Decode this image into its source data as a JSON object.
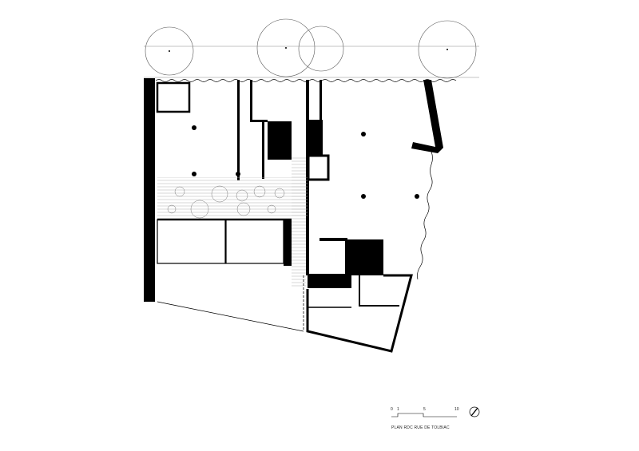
{
  "caption": "PLAN RDC RUE DE TOLBIAC",
  "scale_bar": {
    "ticks": [
      "0",
      "1",
      "5",
      "10"
    ]
  },
  "icons": {
    "north": "north-arrow-icon"
  },
  "colors": {
    "ink": "#000000",
    "hatch": "#bbbbbb",
    "background": "#ffffff"
  }
}
